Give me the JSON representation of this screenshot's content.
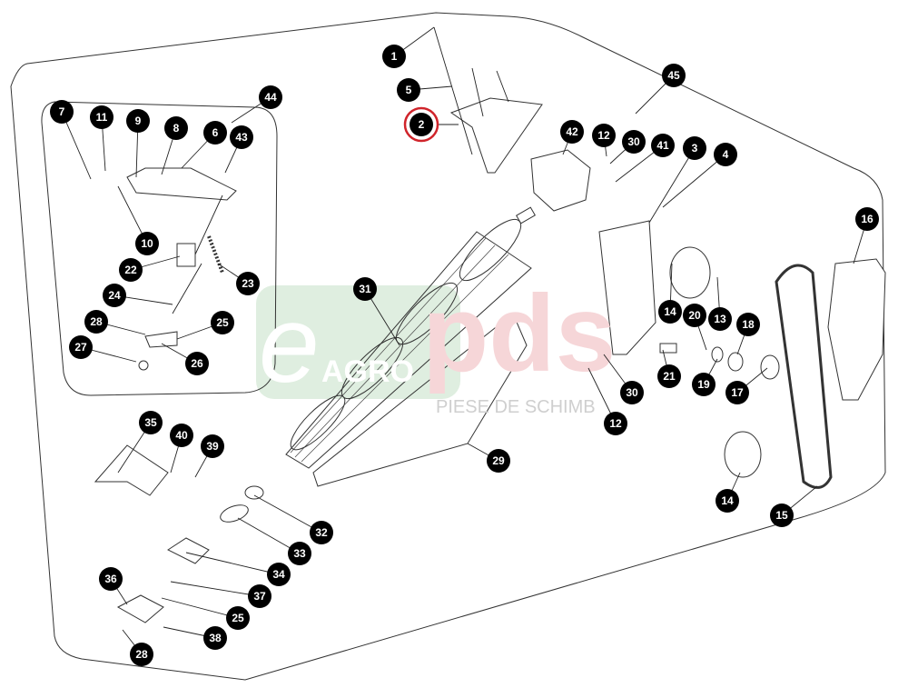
{
  "diagram": {
    "type": "exploded-parts-diagram",
    "highlighted_callout": "2",
    "colors": {
      "callout_fill": "#000000",
      "highlight_ring": "#d0242b",
      "watermark_green": "#dfeee0",
      "watermark_pink": "#f6d6d8",
      "watermark_grey": "#cfcfcf"
    },
    "callouts": [
      "1",
      "5",
      "2",
      "42",
      "12",
      "30",
      "41",
      "3",
      "4",
      "45",
      "44",
      "7",
      "11",
      "9",
      "8",
      "6",
      "43",
      "10",
      "22",
      "23",
      "24",
      "28",
      "25",
      "27",
      "26",
      "31",
      "16",
      "14",
      "20",
      "13",
      "18",
      "21",
      "19",
      "17",
      "30",
      "12",
      "29",
      "35",
      "40",
      "39",
      "32",
      "33",
      "34",
      "36",
      "37",
      "25",
      "38",
      "28",
      "14",
      "15"
    ]
  },
  "watermark": {
    "logo_letter": "e",
    "logo_small": "AGRO",
    "logo_brand": "pds",
    "tagline": "PIESE DE SCHIMB"
  }
}
